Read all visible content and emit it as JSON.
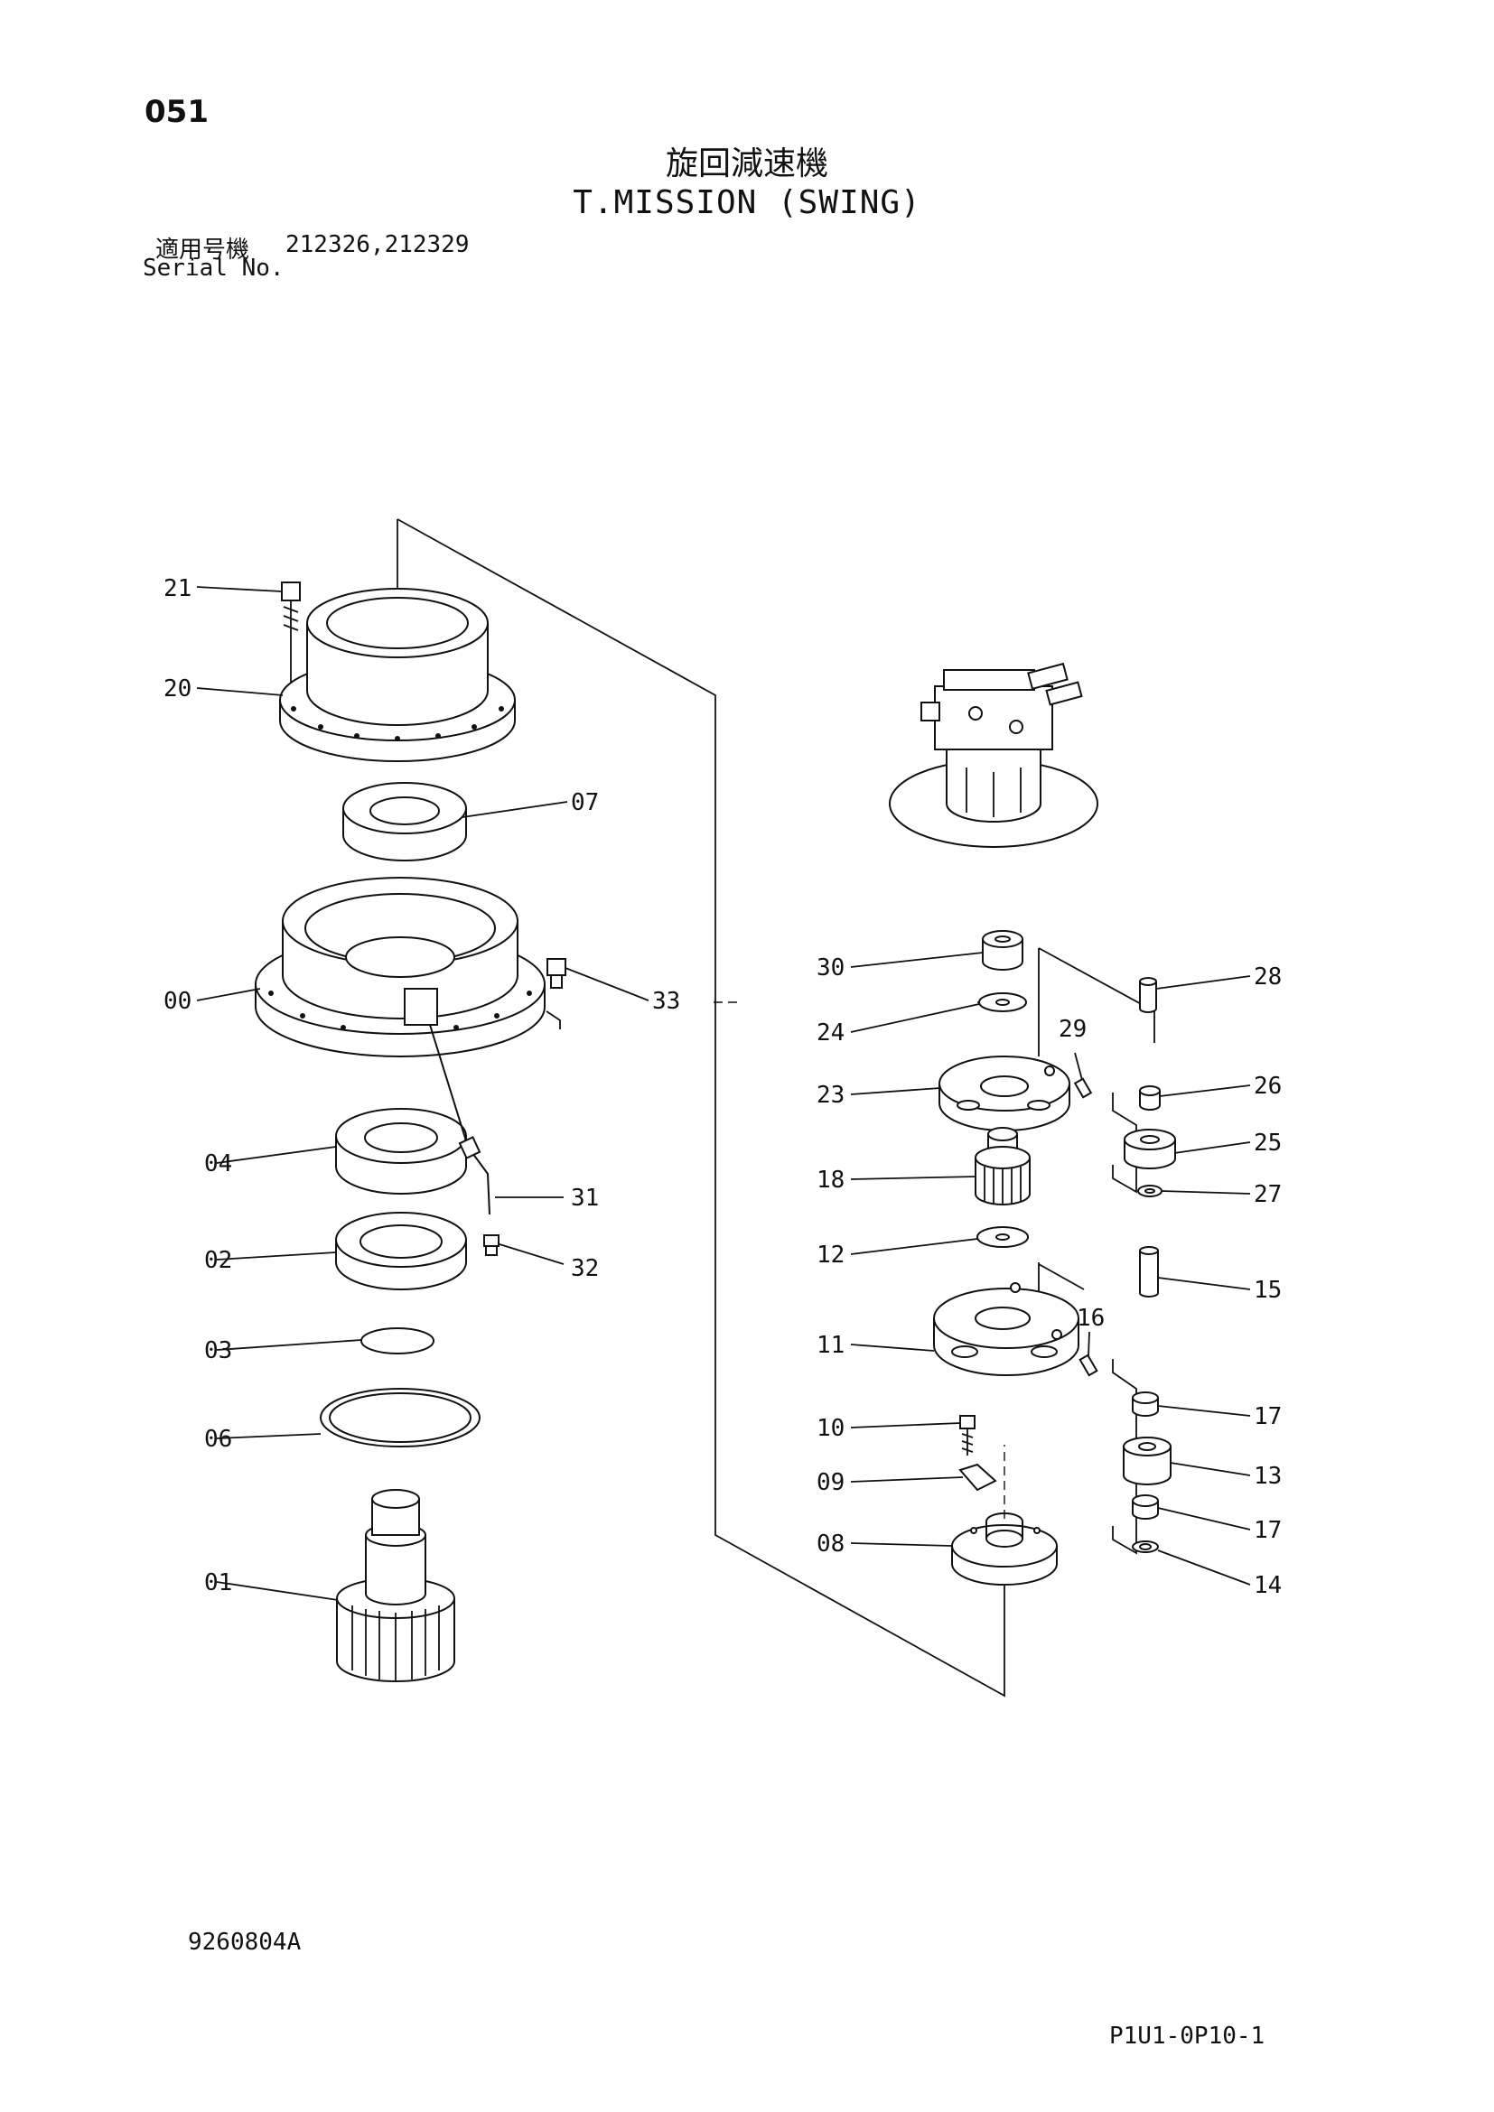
{
  "page_number": "051",
  "title_jp": "旋回減速機",
  "title_en": "T.MISSION (SWING)",
  "serial": {
    "label_jp": "適用号機",
    "label_en": "Serial No.",
    "values": "212326,212329"
  },
  "doc_code": "9260804A",
  "page_code": "P1U1-0P10-1",
  "callouts": {
    "p00": "00",
    "p01": "01",
    "p02": "02",
    "p03": "03",
    "p04": "04",
    "p06": "06",
    "p07": "07",
    "p08": "08",
    "p09": "09",
    "p10": "10",
    "p11": "11",
    "p12": "12",
    "p13": "13",
    "p14": "14",
    "p15": "15",
    "p16": "16",
    "p17a": "17",
    "p17b": "17",
    "p18": "18",
    "p20": "20",
    "p21": "21",
    "p23": "23",
    "p24": "24",
    "p25": "25",
    "p26": "26",
    "p27": "27",
    "p28": "28",
    "p29": "29",
    "p30": "30",
    "p31": "31",
    "p32": "32",
    "p33": "33"
  }
}
